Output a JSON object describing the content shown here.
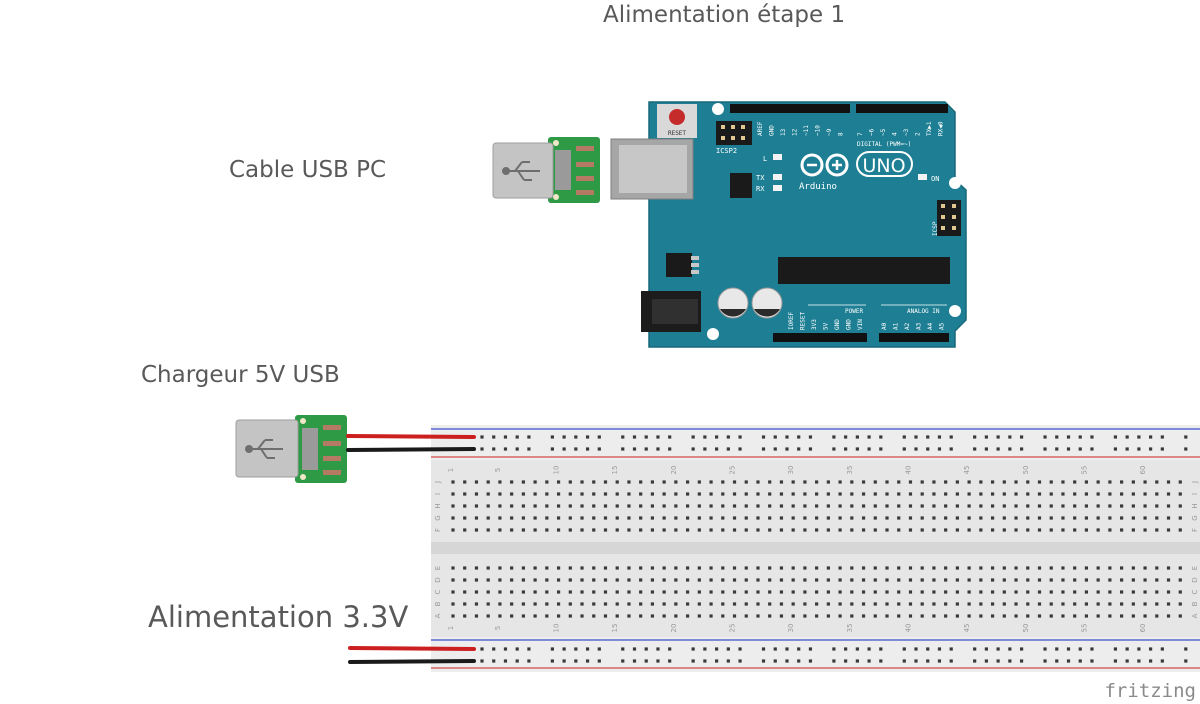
{
  "title": "Alimentation étape 1",
  "labels": {
    "usb_pc": "Cable USB PC",
    "charger": "Chargeur 5V USB",
    "supply_33": "Alimentation 3.3V"
  },
  "brand": "fritzing",
  "arduino": {
    "model": "UNO",
    "brand": "Arduino",
    "reset": "RESET",
    "icsp2": "ICSP2",
    "icsp": "ICSP",
    "digital": "DIGITAL (PWM=~)",
    "power": "POWER",
    "analog": "ANALOG IN",
    "led_l": "L",
    "led_tx": "TX",
    "led_rx": "RX",
    "led_on": "ON",
    "header_top_left": [
      "AREF",
      "GND",
      "13",
      "12",
      "~11",
      "~10",
      "~9",
      "8"
    ],
    "header_top_right": [
      "7",
      "~6",
      "~5",
      "4",
      "~3",
      "2",
      "TX▶1",
      "RX◀0"
    ],
    "power_pins": [
      "IOREF",
      "RESET",
      "3V3",
      "5V",
      "GND",
      "GND",
      "VIN"
    ],
    "analog_pins": [
      "A0",
      "A1",
      "A2",
      "A3",
      "A4",
      "A5"
    ]
  },
  "breadboard": {
    "column_numbers": [
      "1",
      "5",
      "10",
      "15",
      "20",
      "25",
      "30",
      "35",
      "40",
      "45",
      "50",
      "55",
      "60"
    ],
    "rows_top": [
      "J",
      "I",
      "H",
      "G",
      "F"
    ],
    "rows_bottom": [
      "E",
      "D",
      "C",
      "B",
      "A"
    ]
  },
  "colors": {
    "arduino_board": "#1e7f94",
    "usb_pcb": "#2e9a45",
    "wire_red": "#cc1f1f",
    "wire_black": "#1a1a1a",
    "rail_red": "#d24a4a",
    "rail_blue": "#3c4fd0",
    "breadboard": "#e6e6e6"
  }
}
